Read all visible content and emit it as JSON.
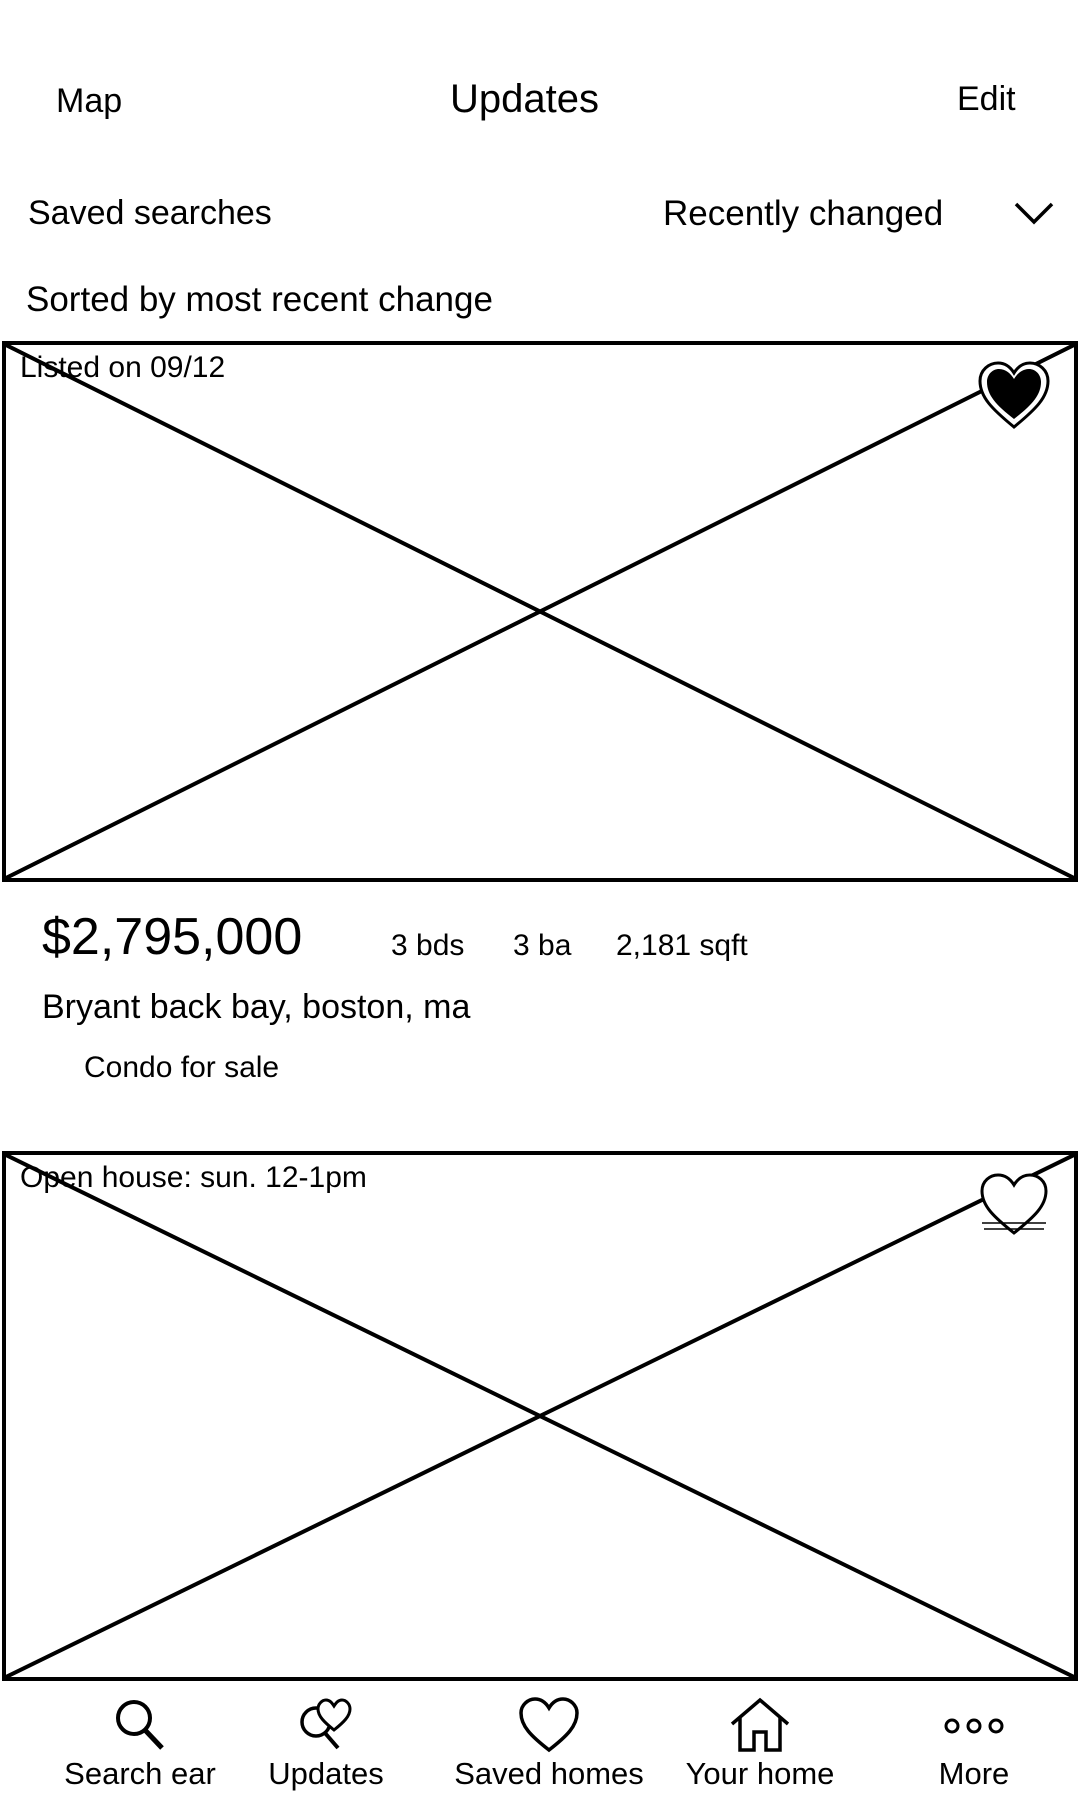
{
  "header": {
    "left_label": "Map",
    "title": "Updates",
    "right_label": "Edit"
  },
  "filters": {
    "saved_searches_label": "Saved searches",
    "sort_selected": "Recently changed",
    "sort_description": "Sorted by most recent change"
  },
  "listings": [
    {
      "badge": "Listed on 09/12",
      "favorited": true,
      "price": "$2,795,000",
      "beds": "3 bds",
      "baths": "3 ba",
      "sqft": "2,181 sqft",
      "address": "Bryant back bay, boston, ma",
      "type": "Condo for sale"
    },
    {
      "badge": "Open house: sun. 12-1pm",
      "favorited": false
    }
  ],
  "bottom_nav": [
    {
      "label": "Search ear",
      "icon": "search-icon"
    },
    {
      "label": "Updates",
      "icon": "updates-icon"
    },
    {
      "label": "Saved homes",
      "icon": "heart-icon"
    },
    {
      "label": "Your home",
      "icon": "home-icon"
    },
    {
      "label": "More",
      "icon": "more-icon"
    }
  ]
}
